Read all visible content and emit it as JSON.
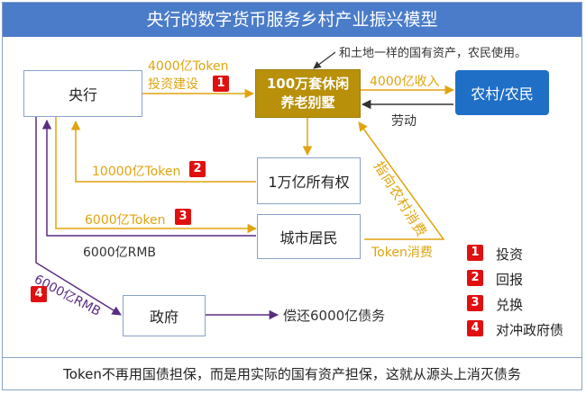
{
  "title": "央行的数字货币服务乡村产业振兴模型",
  "footer": "Token不再用国债担保，而是用实际的国有资产担保，这就从源头上消灭债务",
  "nodes": {
    "central_bank": "央行",
    "villa": "100万套休闲\n养老别墅",
    "rural": "农村/农民",
    "ownership": "1万亿所有权",
    "urban": "城市居民",
    "gov": "政府"
  },
  "flows": {
    "f1_line1": "4000亿Token",
    "f1_line2": "投资建设",
    "f1_badge": "1",
    "land_note": "和土地一样的国有资产，农民使用。",
    "income": "4000亿收入",
    "labor": "劳动",
    "f2": "10000亿Token",
    "f2_badge": "2",
    "f3": "6000亿Token",
    "f3_badge": "3",
    "rmb_urban": "6000亿RMB",
    "rmb_gov": "6000亿RMB",
    "f4_badge": "4",
    "debt": "偿还6000亿债务",
    "token_consume": "Token消费",
    "guide": "指向农村消费"
  },
  "legend": [
    {
      "num": "1",
      "label": "投资"
    },
    {
      "num": "2",
      "label": "回报"
    },
    {
      "num": "3",
      "label": "兑换"
    },
    {
      "num": "4",
      "label": "对冲政府债"
    }
  ],
  "colors": {
    "title_bar": "#4a7cc9",
    "gold": "#e0a40e",
    "villa": "#b8900a",
    "rural": "#1f6fc7",
    "purple": "#5a2d82",
    "badge": "#e01010"
  }
}
